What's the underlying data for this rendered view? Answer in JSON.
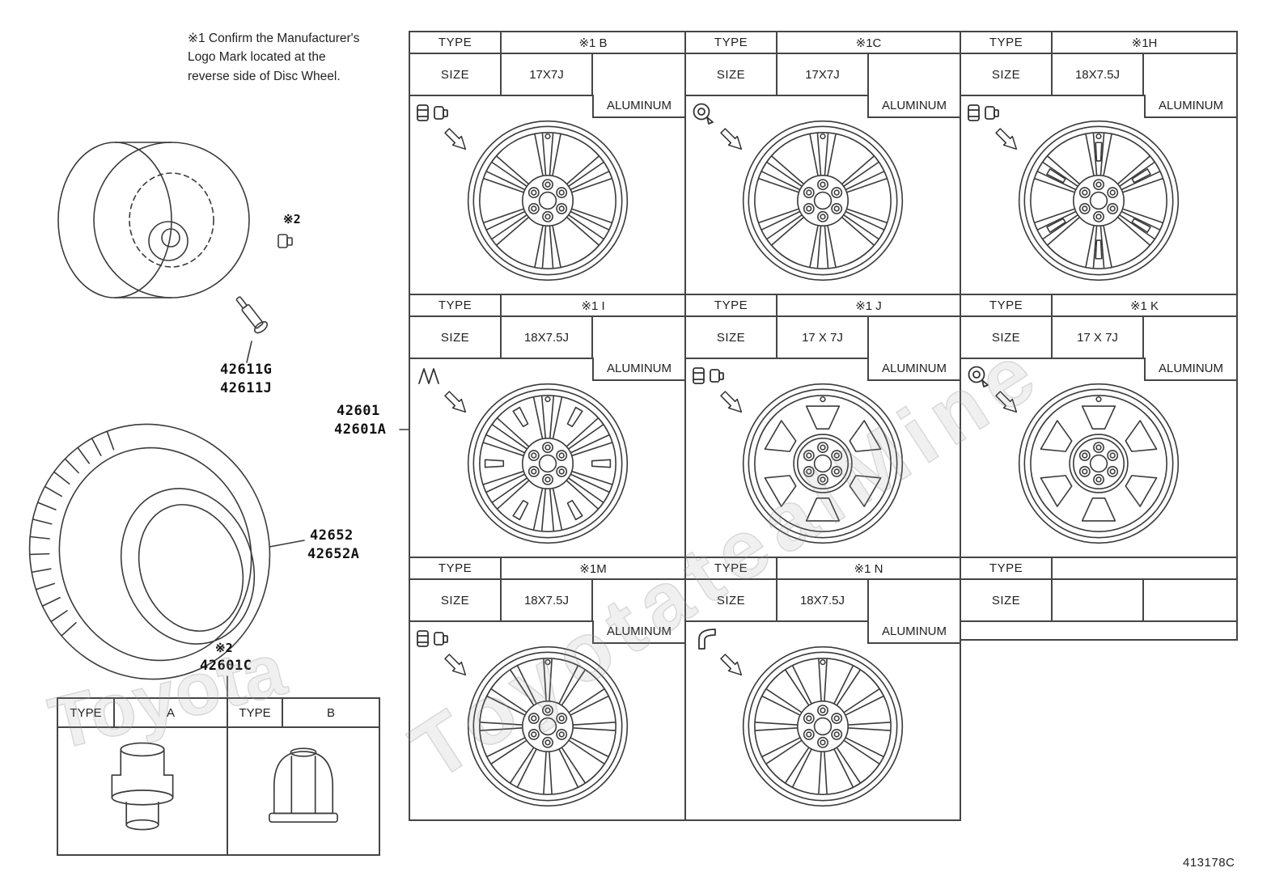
{
  "note": "※1 Confirm the Manufacturer's\nLogo Mark located at the\nreverse side of Disc Wheel.",
  "labels": {
    "ref2_top": "※2",
    "valve_part1": "42611G",
    "valve_part2": "42611J",
    "wheel_part1": "42601",
    "wheel_part2": "42601A",
    "tire_part1": "42652",
    "tire_part2": "42652A",
    "ref2_bottom": "※2",
    "cap_part": "42601C",
    "diagram_code": "413178C"
  },
  "nut_table": {
    "col1_label": "TYPE",
    "col1_value": "A",
    "col2_label": "TYPE",
    "col2_value": "B"
  },
  "grid": {
    "type_label": "TYPE",
    "size_label": "SIZE",
    "cells": [
      {
        "type": "※1 B",
        "size": "17X7J",
        "material": "ALUMINUM"
      },
      {
        "type": "※1C",
        "size": "17X7J",
        "material": "ALUMINUM"
      },
      {
        "type": "※1H",
        "size": "18X7.5J",
        "material": "ALUMINUM"
      },
      {
        "type": "※1 I",
        "size": "18X7.5J",
        "material": "ALUMINUM"
      },
      {
        "type": "※1 J",
        "size": "17 X 7J",
        "material": "ALUMINUM"
      },
      {
        "type": "※1 K",
        "size": "17 X 7J",
        "material": "ALUMINUM"
      },
      {
        "type": "※1M",
        "size": "18X7.5J",
        "material": "ALUMINUM"
      },
      {
        "type": "※1 N",
        "size": "18X7.5J",
        "material": "ALUMINUM"
      },
      {
        "type": "",
        "size": "",
        "material": ""
      }
    ]
  },
  "icons": {
    "cell_b": "lug-nut-pair-icon",
    "cell_c": "lug-nut-top-icon",
    "cell_h": "lug-nut-pair-icon",
    "cell_i": "balance-weight-clip-icon",
    "cell_j": "lug-nut-pair-icon",
    "cell_k": "lug-nut-top-icon",
    "cell_m": "lug-nut-pair-icon",
    "cell_n": "balance-weight-hook-icon",
    "arrow": "pointer-arrow-icon"
  },
  "watermark": {
    "small": "Toyota",
    "large": "ToyotatealMine"
  },
  "colors": {
    "line": "#3b3b3b",
    "background": "#ffffff",
    "watermark": "#8c8c8c"
  }
}
